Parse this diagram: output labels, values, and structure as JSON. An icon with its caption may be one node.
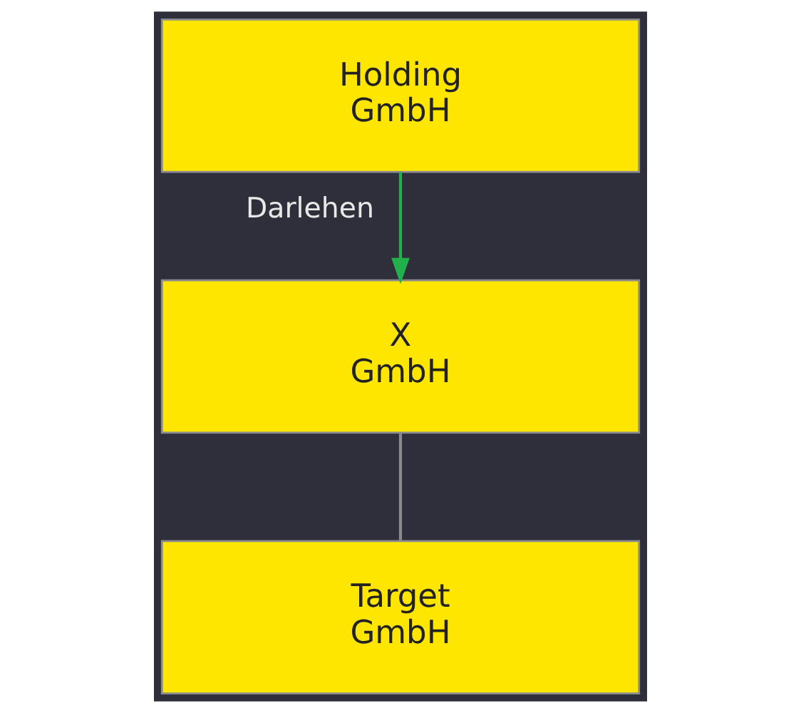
{
  "diagram": {
    "nodes": [
      {
        "text": [
          "Holding GmbH"
        ]
      },
      {
        "text": [
          "X GmbH"
        ]
      },
      {
        "text": [
          "Target GmbH"
        ]
      }
    ],
    "edges": [
      {
        "from": 0,
        "to": 1,
        "arrow": "to",
        "label": "Darlehen",
        "color": "#22b04c"
      },
      {
        "from": 1,
        "to": 2,
        "arrow": "none",
        "color": "#8a8a90"
      }
    ]
  }
}
